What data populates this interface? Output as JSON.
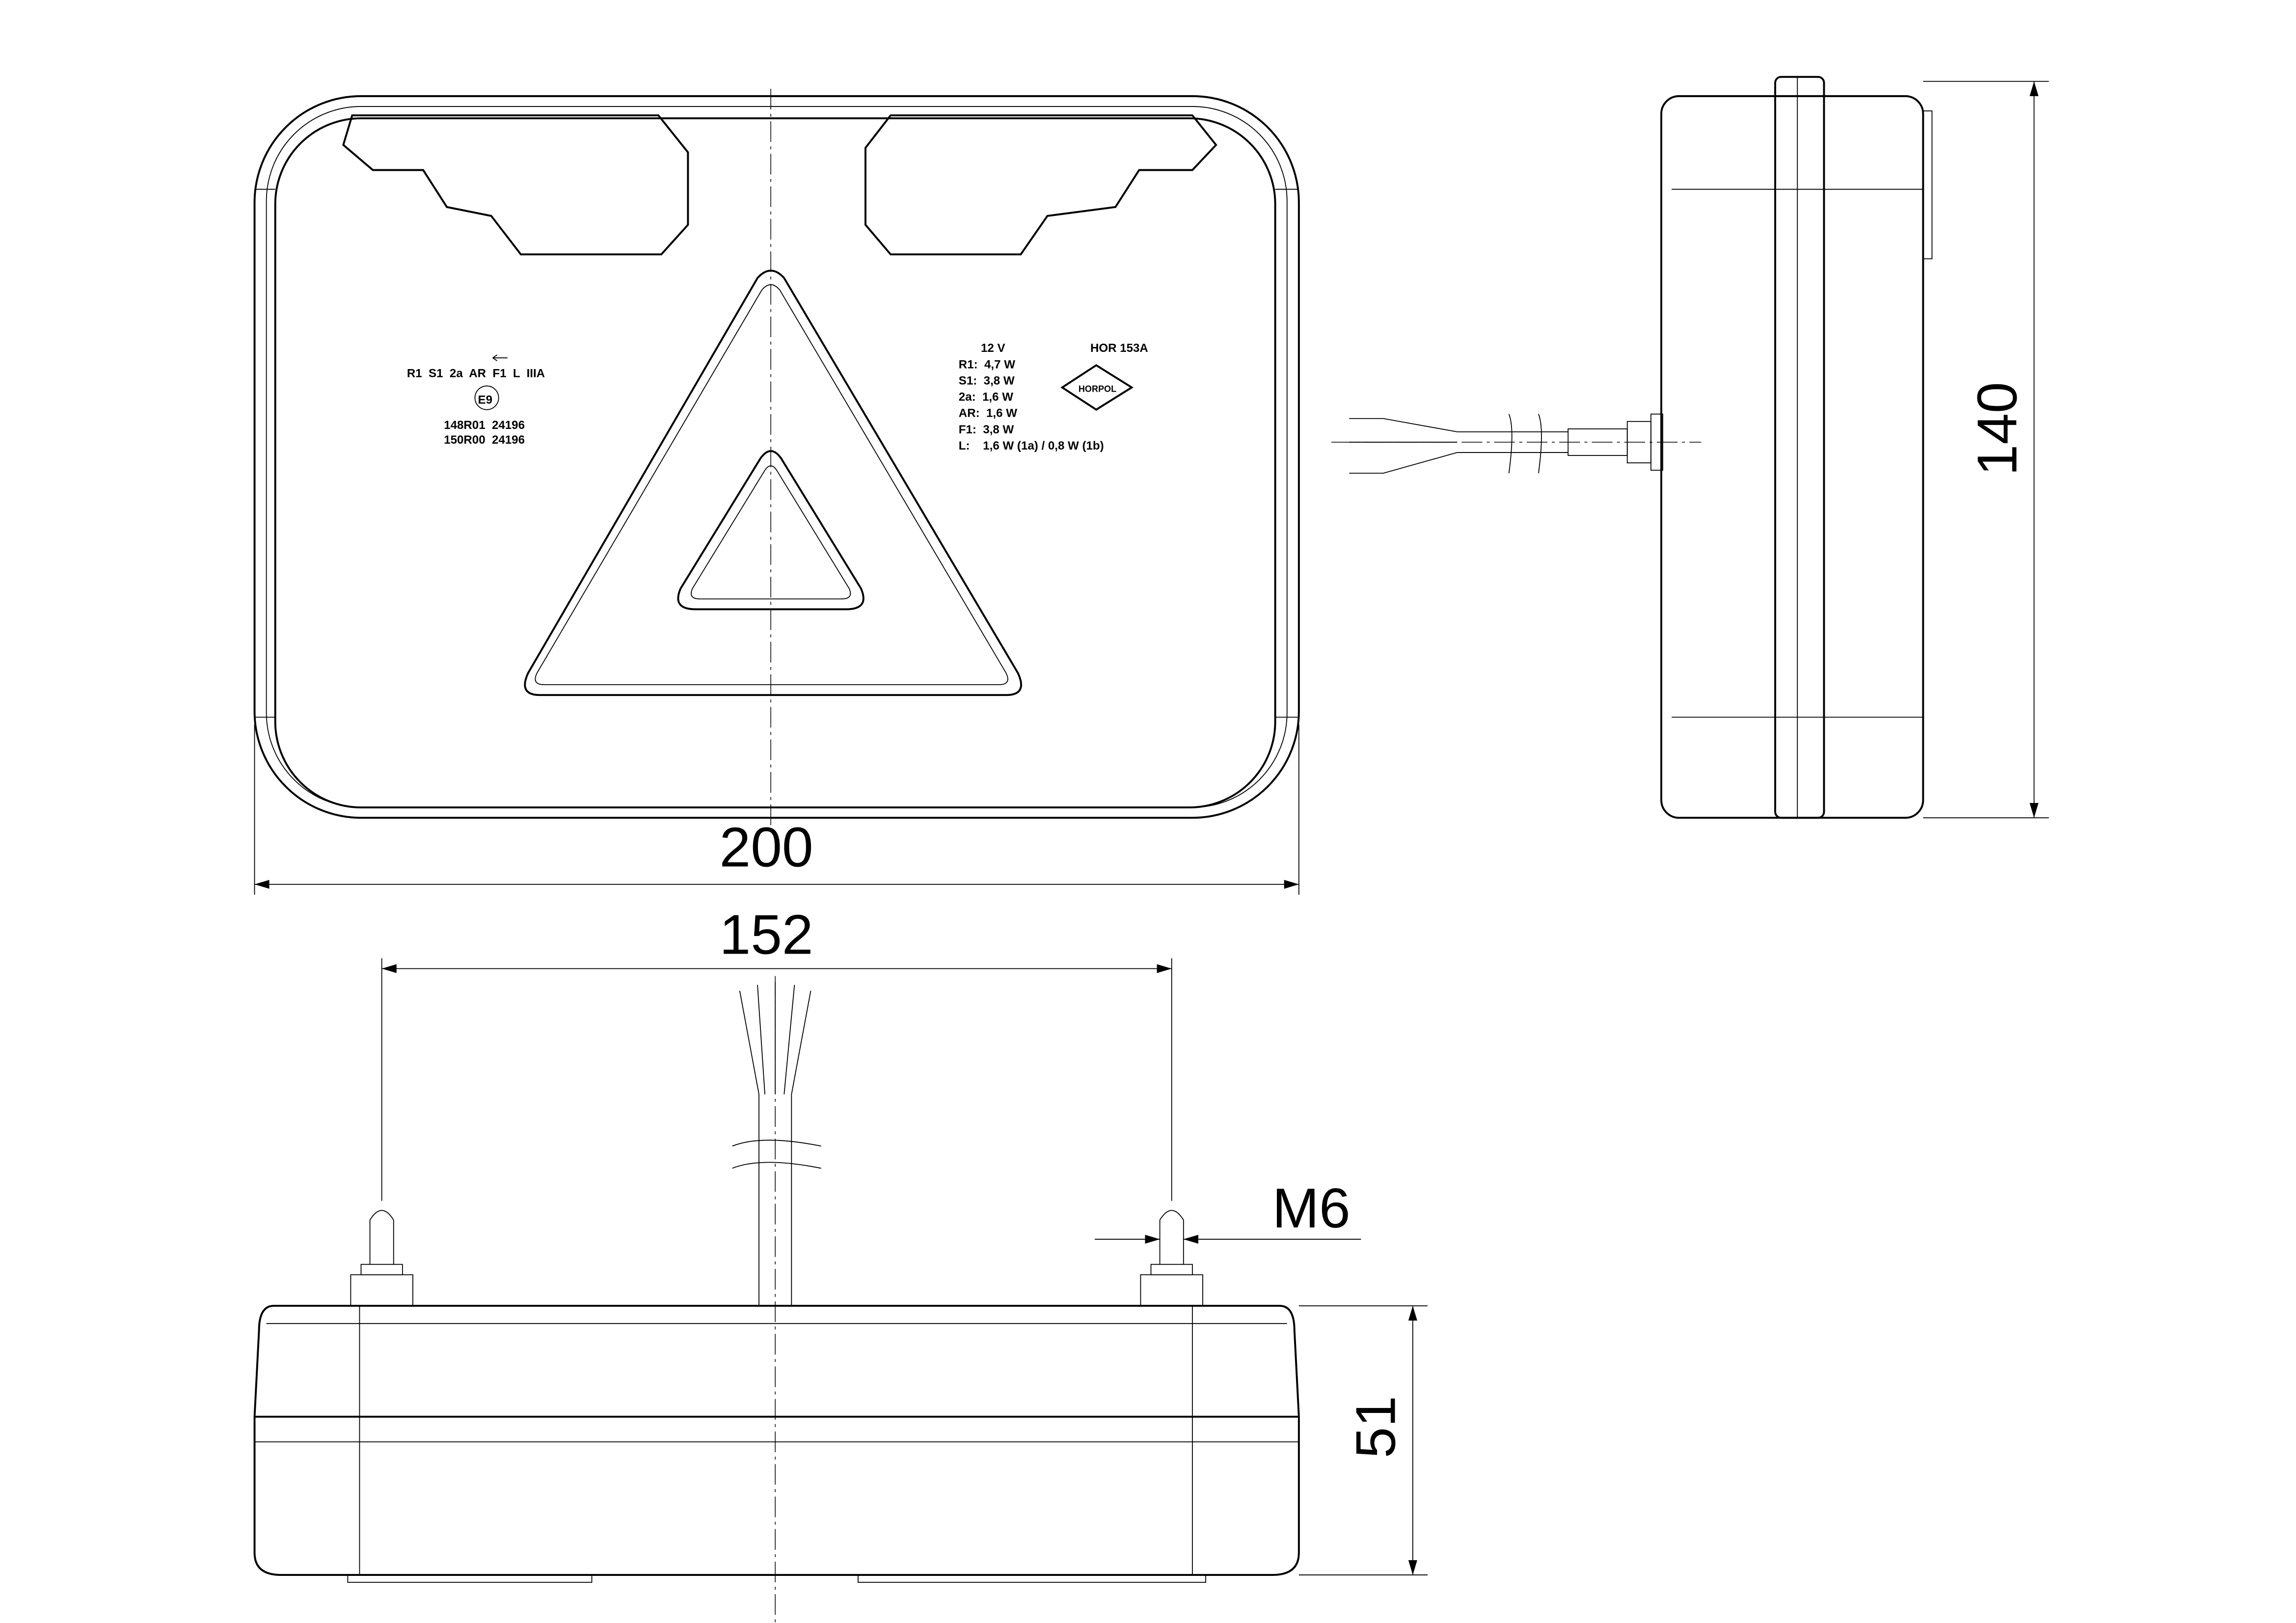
{
  "dimensions": {
    "width": "200",
    "height": "140",
    "mount_spacing": "152",
    "depth": "51",
    "thread": "M6"
  },
  "approval_marking": {
    "functions": "R1  S1  2a  AR  F1  L  IIIA",
    "emark": "E9",
    "approvals": [
      "148R01  24196",
      "150R00  24196"
    ]
  },
  "specs": {
    "voltage": "12 V",
    "model": "HOR 153A",
    "logo": "HORPOL",
    "lines": [
      "R1:  4,7 W",
      "S1:  3,8 W",
      "2a:  1,6 W",
      "AR:  1,6 W",
      "F1:  3,8 W",
      "L:    1,6 W (1a) / 0,8 W (1b)"
    ]
  }
}
